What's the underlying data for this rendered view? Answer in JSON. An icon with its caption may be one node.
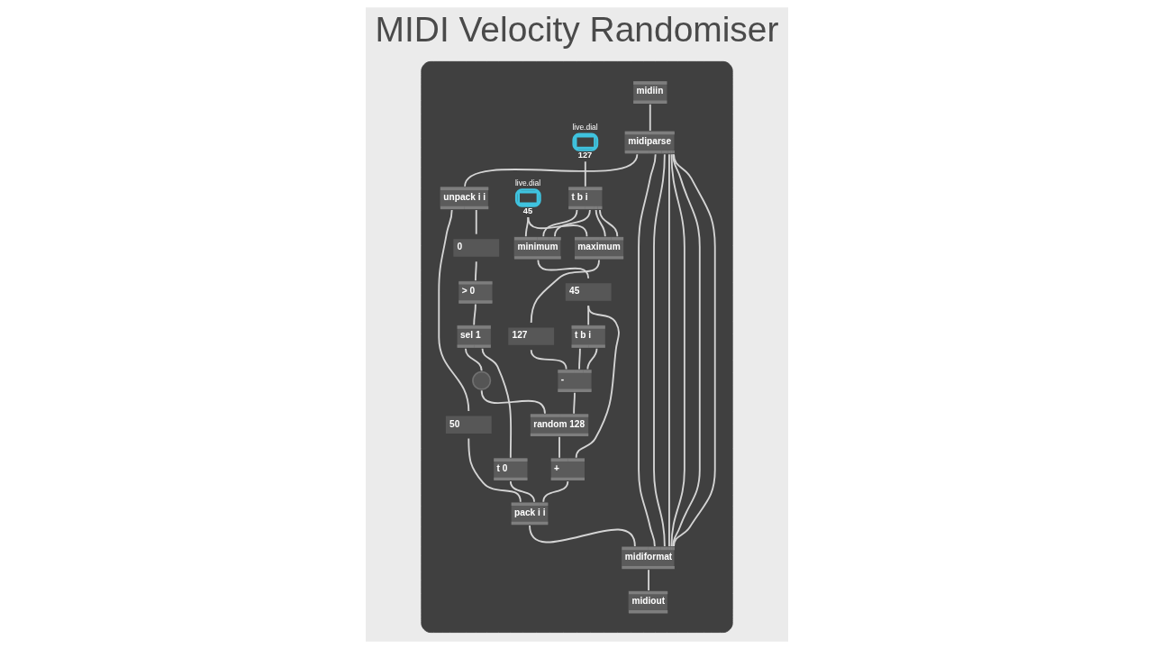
{
  "diagram": {
    "title": "MIDI Velocity Randomiser",
    "nodes": [
      {
        "text": [],
        "shape": "box"
      },
      {
        "text": [
          "midiin"
        ],
        "in": 0
      },
      {
        "text": [
          "live.dial",
          "45"
        ],
        "in": 0
      },
      {
        "text": [
          "live.dial",
          "127"
        ],
        "in": 0
      },
      {
        "text": [
          "midiparse"
        ],
        "in": 0
      },
      {
        "text": [
          "t b i"
        ],
        "in": 0
      },
      {
        "text": [
          "unpack i i"
        ],
        "in": 0
      },
      {
        "text": [
          "50"
        ],
        "in": 0
      },
      {
        "text": [
          "0"
        ],
        "in": 0
      },
      {
        "text": [
          "minimum"
        ],
        "in": 0
      },
      {
        "text": [
          "maximum"
        ],
        "in": 0
      },
      {
        "text": [
          "> 0"
        ],
        "in": 0
      },
      {
        "text": [
          "45"
        ],
        "in": 0
      },
      {
        "text": [
          "127"
        ],
        "in": 0
      },
      {
        "text": [
          "sel 1"
        ],
        "in": 0
      },
      {
        "text": [],
        "shape": "circle",
        "in": 0
      },
      {
        "text": [
          "t 0"
        ],
        "in": 0
      },
      {
        "text": [
          "t b i"
        ],
        "in": 0
      },
      {
        "text": [
          "random 128"
        ],
        "in": 0
      },
      {
        "text": [
          "-"
        ],
        "in": 0
      },
      {
        "text": [
          "+"
        ],
        "in": 0
      },
      {
        "text": [
          "pack i i"
        ],
        "in": 0
      },
      {
        "text": [
          "midiformat"
        ],
        "in": 0
      },
      {
        "text": [
          "midiout"
        ],
        "in": 0
      }
    ],
    "edges": [
      {
        "from": 1,
        "to": 4,
        "arrow": "none"
      },
      {
        "from": 4,
        "to": 6,
        "arrow": "none"
      },
      {
        "from": 6,
        "to": 7,
        "arrow": "none"
      },
      {
        "from": 6,
        "to": 8,
        "arrow": "none"
      },
      {
        "from": 8,
        "to": 11,
        "arrow": "none"
      },
      {
        "from": 11,
        "to": 14,
        "arrow": "none"
      },
      {
        "from": 14,
        "to": 15,
        "arrow": "none"
      },
      {
        "from": 14,
        "to": 16,
        "arrow": "none"
      },
      {
        "from": 15,
        "to": 18,
        "arrow": "none"
      },
      {
        "from": 7,
        "to": 21,
        "arrow": "none"
      },
      {
        "from": 16,
        "to": 21,
        "arrow": "none"
      },
      {
        "from": 18,
        "to": 20,
        "arrow": "none"
      },
      {
        "from": 20,
        "to": 21,
        "arrow": "none"
      },
      {
        "from": 21,
        "to": 22,
        "arrow": "none"
      },
      {
        "from": 4,
        "to": 22,
        "arrow": "none"
      },
      {
        "from": 4,
        "to": 22,
        "arrow": "none"
      },
      {
        "from": 4,
        "to": 22,
        "arrow": "none"
      },
      {
        "from": 4,
        "to": 22,
        "arrow": "none"
      },
      {
        "from": 4,
        "to": 22,
        "arrow": "none"
      },
      {
        "from": 4,
        "to": 22,
        "arrow": "none"
      },
      {
        "from": 22,
        "to": 23,
        "arrow": "none"
      },
      {
        "from": 2,
        "to": 9,
        "arrow": "none"
      },
      {
        "from": 2,
        "to": 10,
        "arrow": "none"
      },
      {
        "from": 3,
        "to": 5,
        "arrow": "none"
      },
      {
        "from": 5,
        "to": 9,
        "arrow": "none"
      },
      {
        "from": 5,
        "to": 9,
        "arrow": "none"
      },
      {
        "from": 5,
        "to": 10,
        "arrow": "none"
      },
      {
        "from": 5,
        "to": 10,
        "arrow": "none"
      },
      {
        "from": 9,
        "to": 12,
        "arrow": "none"
      },
      {
        "from": 10,
        "to": 13,
        "arrow": "none"
      },
      {
        "from": 12,
        "to": 20,
        "arrow": "none"
      },
      {
        "from": 12,
        "to": 17,
        "arrow": "none"
      },
      {
        "from": 13,
        "to": 19,
        "arrow": "none"
      },
      {
        "from": 17,
        "to": 19,
        "arrow": "none"
      },
      {
        "from": 17,
        "to": 19,
        "arrow": "none"
      },
      {
        "from": 19,
        "to": 18,
        "arrow": "none"
      }
    ]
  }
}
